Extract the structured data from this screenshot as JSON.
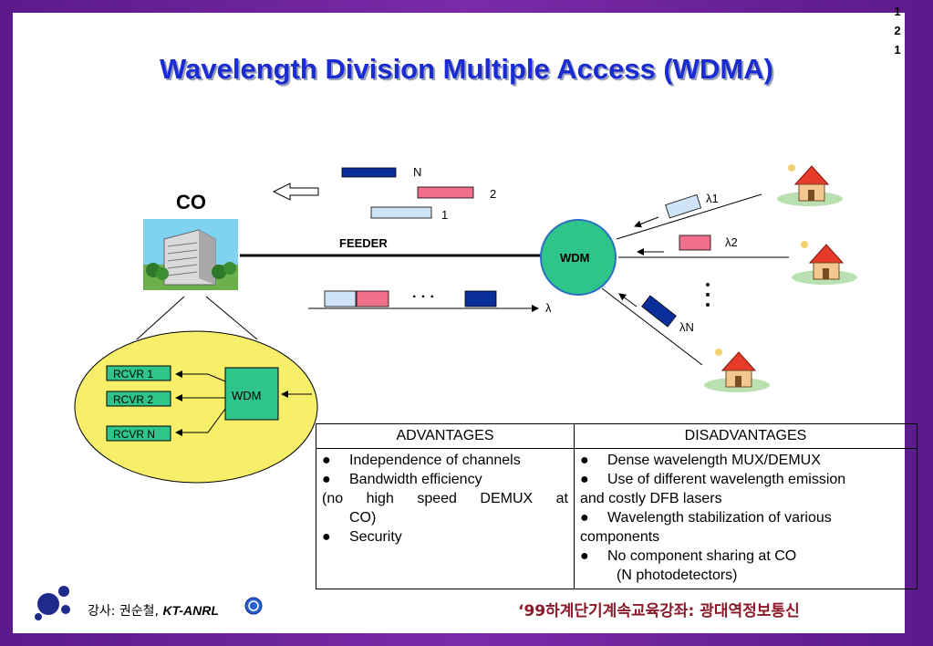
{
  "slide": {
    "title": "Wavelength Division Multiple Access (WDMA)",
    "page_number": [
      "1",
      "2",
      "1"
    ]
  },
  "diagram": {
    "co_label": "CO",
    "feeder_label": "FEEDER",
    "wdm_label": "WDM",
    "pulse_labels": {
      "n": "N",
      "two": "2",
      "one": "1"
    },
    "dots": "· · ·",
    "lambda_label": "λ",
    "lambda_1": "λ1",
    "lambda_2": "λ2",
    "lambda_n": "λN",
    "receiver": {
      "wdm_label": "WDM",
      "rcvr_1": "RCVR 1",
      "rcvr_2": "RCVR 2",
      "rcvr_n": "RCVR N"
    },
    "colors": {
      "dark_blue": "#0a2f9a",
      "pink": "#f0708c",
      "light_blue": "#cfe4f8",
      "wdm_green": "#2ec48a",
      "ellipse_yellow": "#f7ef6a"
    }
  },
  "table": {
    "headers": {
      "advantages": "ADVANTAGES",
      "disadvantages": "DISADVANTAGES"
    },
    "advantages": {
      "item1": "Independence of channels",
      "item2": "Bandwidth efficiency",
      "item2_note_a": "(no high speed DEMUX at",
      "item2_note_b": "CO)",
      "item3": "Security"
    },
    "disadvantages": {
      "item1": "Dense wavelength MUX/DEMUX",
      "item2a": "Use of different wavelength emission",
      "item2b": "and costly DFB lasers",
      "item3a": "Wavelength stabilization of various",
      "item3b": "components",
      "item4": "No component sharing at CO",
      "item4_note": "(N photodetectors)"
    }
  },
  "footer": {
    "lecturer_prefix": "강사: 권순철, ",
    "org": "KT-ANRL",
    "course": "‘99하계단기계속교육강좌: 광대역정보통신"
  }
}
